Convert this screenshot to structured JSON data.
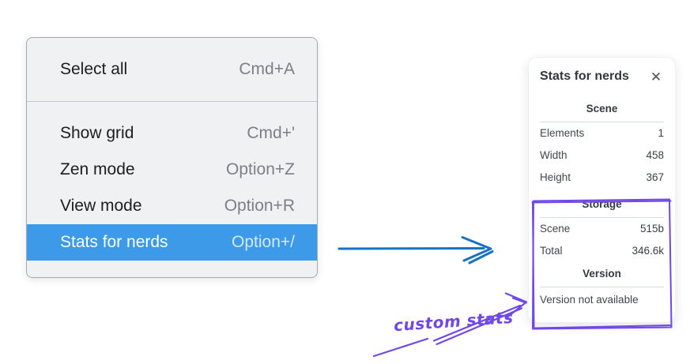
{
  "menu": {
    "groups": [
      {
        "items": [
          {
            "label": "Select all",
            "shortcut": "Cmd+A"
          }
        ]
      },
      {
        "items": [
          {
            "label": "Show grid",
            "shortcut": "Cmd+'"
          },
          {
            "label": "Zen mode",
            "shortcut": "Option+Z"
          },
          {
            "label": "View mode",
            "shortcut": "Option+R"
          },
          {
            "label": "Stats for nerds",
            "shortcut": "Option+/"
          }
        ]
      }
    ],
    "highlighted_item": "Stats for nerds"
  },
  "stats_panel": {
    "title": "Stats for nerds",
    "close_glyph": "✕",
    "sections": [
      {
        "heading": "Scene",
        "rows": [
          {
            "label": "Elements",
            "value": "1"
          },
          {
            "label": "Width",
            "value": "458"
          },
          {
            "label": "Height",
            "value": "367"
          }
        ]
      },
      {
        "heading": "Storage",
        "rows": [
          {
            "label": "Scene",
            "value": "515b"
          },
          {
            "label": "Total",
            "value": "346.6k"
          }
        ]
      },
      {
        "heading": "Version",
        "note": "Version not available"
      }
    ]
  },
  "annotations": {
    "label": "custom stats"
  },
  "colors": {
    "menu_highlight": "#3d9ae8",
    "annotation_purple": "#7048e8",
    "arrow_blue": "#1971c2"
  }
}
